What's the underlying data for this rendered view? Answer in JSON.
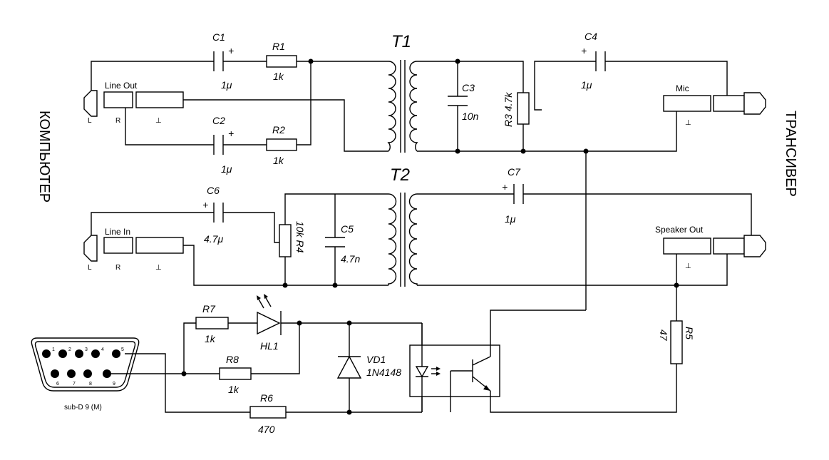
{
  "side_labels": {
    "left": "КОМПЬЮТЕР",
    "right": "ТРАНСИВЕР"
  },
  "transformers": {
    "t1": "T1",
    "t2": "T2"
  },
  "capacitors": {
    "c1": {
      "name": "C1",
      "value": "1μ"
    },
    "c2": {
      "name": "C2",
      "value": "1μ"
    },
    "c3": {
      "name": "C3",
      "value": "10n"
    },
    "c4": {
      "name": "C4",
      "value": "1μ"
    },
    "c5": {
      "name": "C5",
      "value": "4.7n"
    },
    "c6": {
      "name": "C6",
      "value": "4.7μ"
    },
    "c7": {
      "name": "C7",
      "value": "1μ"
    }
  },
  "resistors": {
    "r1": {
      "name": "R1",
      "value": "1k"
    },
    "r2": {
      "name": "R2",
      "value": "1k"
    },
    "r3": {
      "label": "R3 4.7k"
    },
    "r4": {
      "label": "10k R4"
    },
    "r5": {
      "name": "R5",
      "value": "47"
    },
    "r6": {
      "name": "R6",
      "value": "470"
    },
    "r7": {
      "name": "R7",
      "value": "1k"
    },
    "r8": {
      "name": "R8",
      "value": "1k"
    }
  },
  "semis": {
    "hl1": "HL1",
    "vd1_name": "VD1",
    "vd1_part": "1N4148"
  },
  "connectors": {
    "line_out": "Line Out",
    "line_in": "Line In",
    "mic": "Mic",
    "speaker_out": "Speaker Out",
    "pin_l": "L",
    "pin_r": "R",
    "ground": "⊥",
    "plus": "+",
    "subd_caption": "sub-D 9 (M)",
    "subd_pins": [
      "1",
      "2",
      "3",
      "4",
      "5",
      "6",
      "7",
      "8",
      "9"
    ]
  }
}
